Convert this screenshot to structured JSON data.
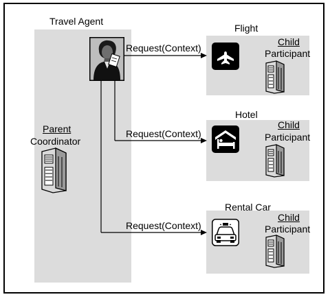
{
  "travel_agent": {
    "title": "Travel Agent"
  },
  "coordinator": {
    "role": "Parent",
    "name": "Coordinator"
  },
  "connector_label": "Request(Context)",
  "participants": [
    {
      "title": "Flight",
      "role": "Child",
      "name": "Participant",
      "icon": "airplane-icon"
    },
    {
      "title": "Hotel",
      "role": "Child",
      "name": "Participant",
      "icon": "hotel-bed-icon"
    },
    {
      "title": "Rental Car",
      "role": "Child",
      "name": "Participant",
      "icon": "car-icon"
    }
  ],
  "colors": {
    "panel": "#dcdcdc",
    "line": "#000000",
    "icon_fill": "#000000"
  }
}
